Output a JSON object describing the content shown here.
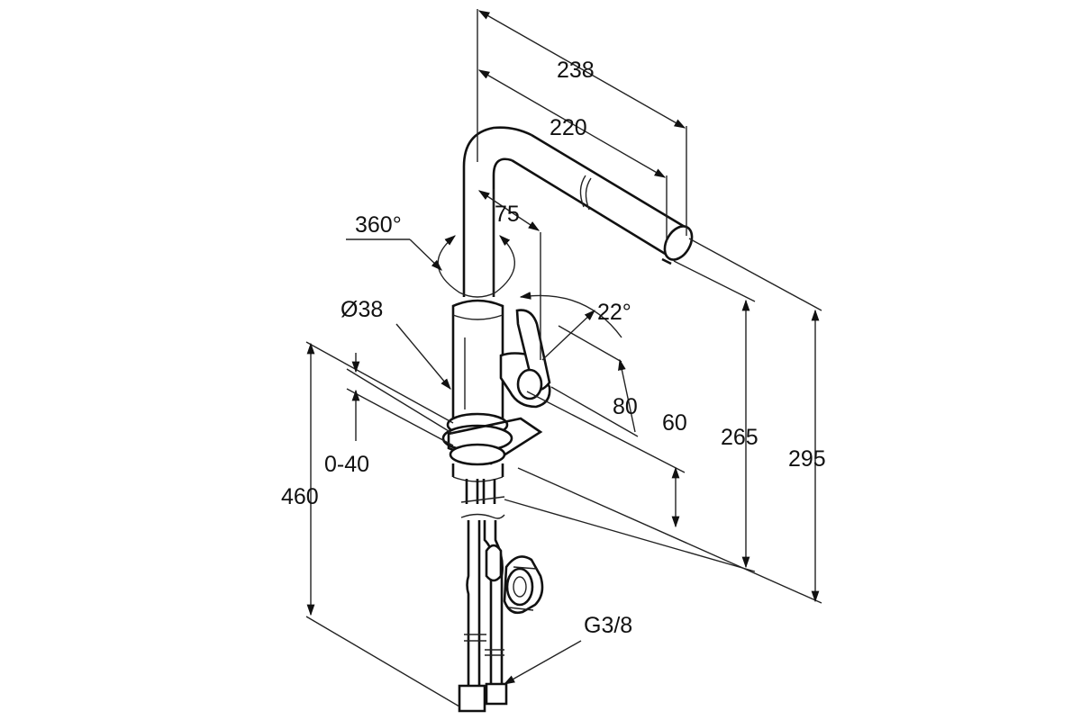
{
  "dimensions": {
    "d238": "238",
    "d220": "220",
    "d75": "75",
    "d360": "360°",
    "d38": "Ø38",
    "d22": "22°",
    "d80": "80",
    "d60": "60",
    "d265": "265",
    "d295": "295",
    "d0_40": "0-40",
    "d460": "460",
    "g38": "G3/8"
  },
  "colors": {
    "line": "#111111",
    "background": "#ffffff"
  }
}
